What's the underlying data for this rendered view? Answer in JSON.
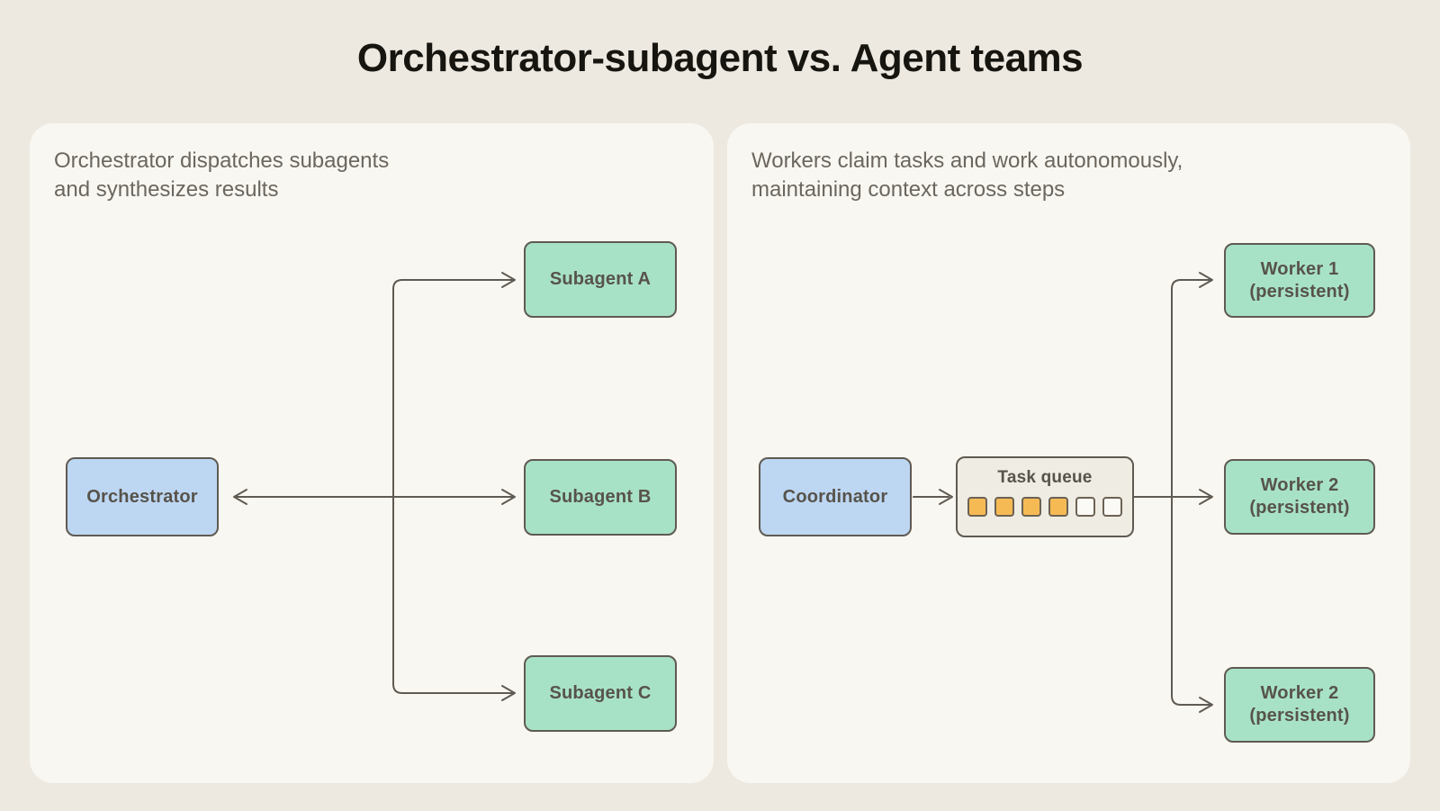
{
  "title": "Orchestrator-subagent vs. Agent teams",
  "colors": {
    "page_background": "#EDE9E1",
    "panel_background": "#F9F7F1",
    "blue_node": "#BDD7F3",
    "green_node": "#A8E2C6",
    "queue_node": "#EFECE4",
    "queue_filled_slot": "#F6BA55",
    "stroke": "#5F5A52",
    "title_text": "#17150F",
    "subtitle_text": "#6B675F",
    "node_text": "#57534B"
  },
  "left_panel": {
    "subtitle": "Orchestrator dispatches subagents\nand synthesizes results",
    "orchestrator": {
      "label": "Orchestrator"
    },
    "subagents": [
      {
        "label": "Subagent A"
      },
      {
        "label": "Subagent B"
      },
      {
        "label": "Subagent C"
      }
    ]
  },
  "right_panel": {
    "subtitle": "Workers claim tasks and work autonomously,\nmaintaining context across steps",
    "coordinator": {
      "label": "Coordinator"
    },
    "task_queue": {
      "label": "Task queue",
      "filled_slots": 4,
      "empty_slots": 2
    },
    "workers": [
      {
        "name": "Worker 1",
        "sub": "(persistent)"
      },
      {
        "name": "Worker 2",
        "sub": "(persistent)"
      },
      {
        "name": "Worker 2",
        "sub": "(persistent)"
      }
    ]
  }
}
